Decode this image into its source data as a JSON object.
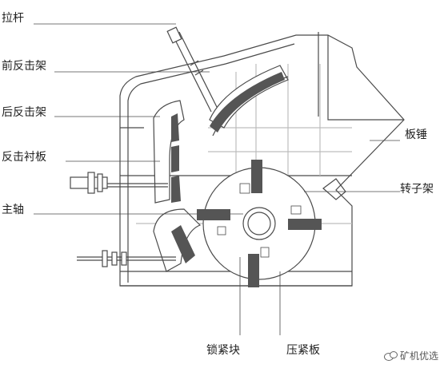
{
  "labels": {
    "pull_rod": "拉杆",
    "front_apron": "前反击架",
    "rear_apron": "后反击架",
    "apron_liner": "反击衬板",
    "main_shaft": "主轴",
    "blow_bar": "板锤",
    "rotor_frame": "转子架",
    "locking_block": "锁紧块",
    "clamping_plate": "压紧板"
  },
  "watermark": "矿机优选",
  "colors": {
    "line": "#4a4a4a",
    "fill_dark": "#555555",
    "fill_mid": "#8a8a8a",
    "grid": "#bdbdbd"
  }
}
